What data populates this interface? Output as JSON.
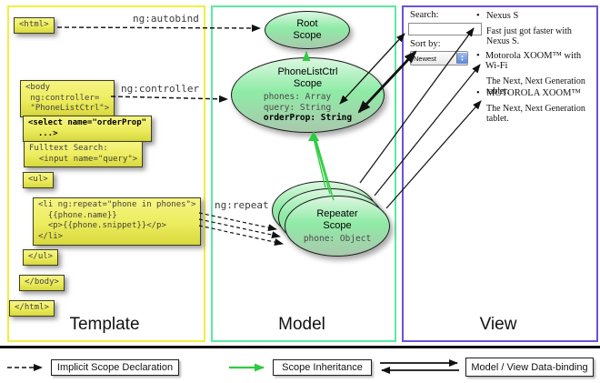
{
  "columns": {
    "template": {
      "label": "Template"
    },
    "model": {
      "label": "Model"
    },
    "view": {
      "label": "View"
    }
  },
  "template": {
    "annotations": {
      "autobind": "ng:autobind",
      "controller": "ng:controller",
      "repeat": "ng:repeat"
    },
    "boxes": {
      "html_open": "<html>",
      "body_open": "<body\n ng:controller=\n \"PhoneListCtrl\">",
      "select": "<select name=\"orderProp\"\n  ...>",
      "fulltext": "Fulltext Search:\n  <input name=\"query\">",
      "ul_open": "<ul>",
      "li_repeat": "<li ng:repeat=\"phone in phones\">\n  {{phone.name}}\n  <p>{{phone.snippet}}</p>\n</li>",
      "ul_close": "</ul>",
      "body_close": "</body>",
      "html_close": "</html>"
    }
  },
  "model": {
    "root_scope": {
      "title": "Root\nScope"
    },
    "phonelist_scope": {
      "title": "PhoneListCtrl\nScope",
      "prop_phones": "phones: Array",
      "prop_query": "query: String",
      "prop_orderprop": "orderProp: String"
    },
    "repeater_scope": {
      "title": "Repeater\nScope",
      "prop_phone": "phone: Object"
    }
  },
  "view": {
    "search_label": "Search:",
    "search_value": "",
    "sort_label": "Sort by:",
    "sort_value": "Newest",
    "bullet": "•",
    "items": [
      {
        "title": "Nexus S",
        "description": "Fast just got faster with Nexus S."
      },
      {
        "title": "Motorola XOOM™  with Wi-Fi",
        "description": "The Next, Next Generation tablet."
      },
      {
        "title": "MOTOROLA XOOM™",
        "description": "The Next, Next Generation tablet."
      }
    ]
  },
  "legend": {
    "implicit": "Implicit Scope Declaration",
    "inheritance": "Scope Inheritance",
    "databinding": "Model / View Data-binding"
  },
  "colors": {
    "template_border": "#f2ee44",
    "model_border": "#5ce9a1",
    "view_border": "#6e52d6",
    "code_box_fill": "#ecec5e",
    "scope_fill_light": "#dcf7e1",
    "scope_fill": "#8feba6",
    "inheritance_green": "#2ecc40",
    "arrow_black": "#111111"
  }
}
